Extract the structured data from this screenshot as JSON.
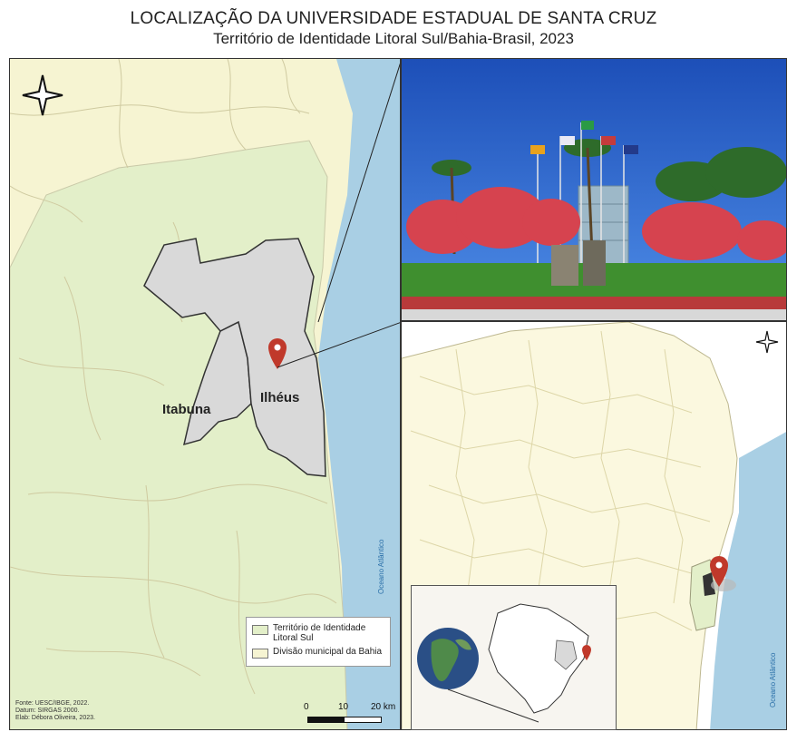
{
  "title": {
    "line1": "LOCALIZAÇÃO DA UNIVERSIDADE ESTADUAL DE SANTA CRUZ",
    "line2": "Território de Identidade Litoral Sul/Bahia-Brasil, 2023"
  },
  "map_labels": {
    "itabuna": "Itabuna",
    "ilheus": "Ilhéus",
    "ocean_left": "Oceano Atlântico",
    "ocean_right": "Oceano Atlântico"
  },
  "legend": {
    "item1": "Território de Identidade Litoral Sul",
    "item2": "Divisão municipal da Bahia"
  },
  "scale": {
    "tick0": "0",
    "tick1": "10",
    "tick2": "20 km"
  },
  "credits": {
    "line1": "Fonte: UESC/IBGE, 2022.",
    "line2": "Datum: SIRGAS 2000.",
    "line3": "Elab: Débora Oliveira, 2023."
  },
  "colors": {
    "territory": "#e3efc9",
    "municipal": "#f6f4d2",
    "ocean": "#a9cfe4",
    "highlight": "#d9d9d9",
    "pin": "#c0392b"
  }
}
